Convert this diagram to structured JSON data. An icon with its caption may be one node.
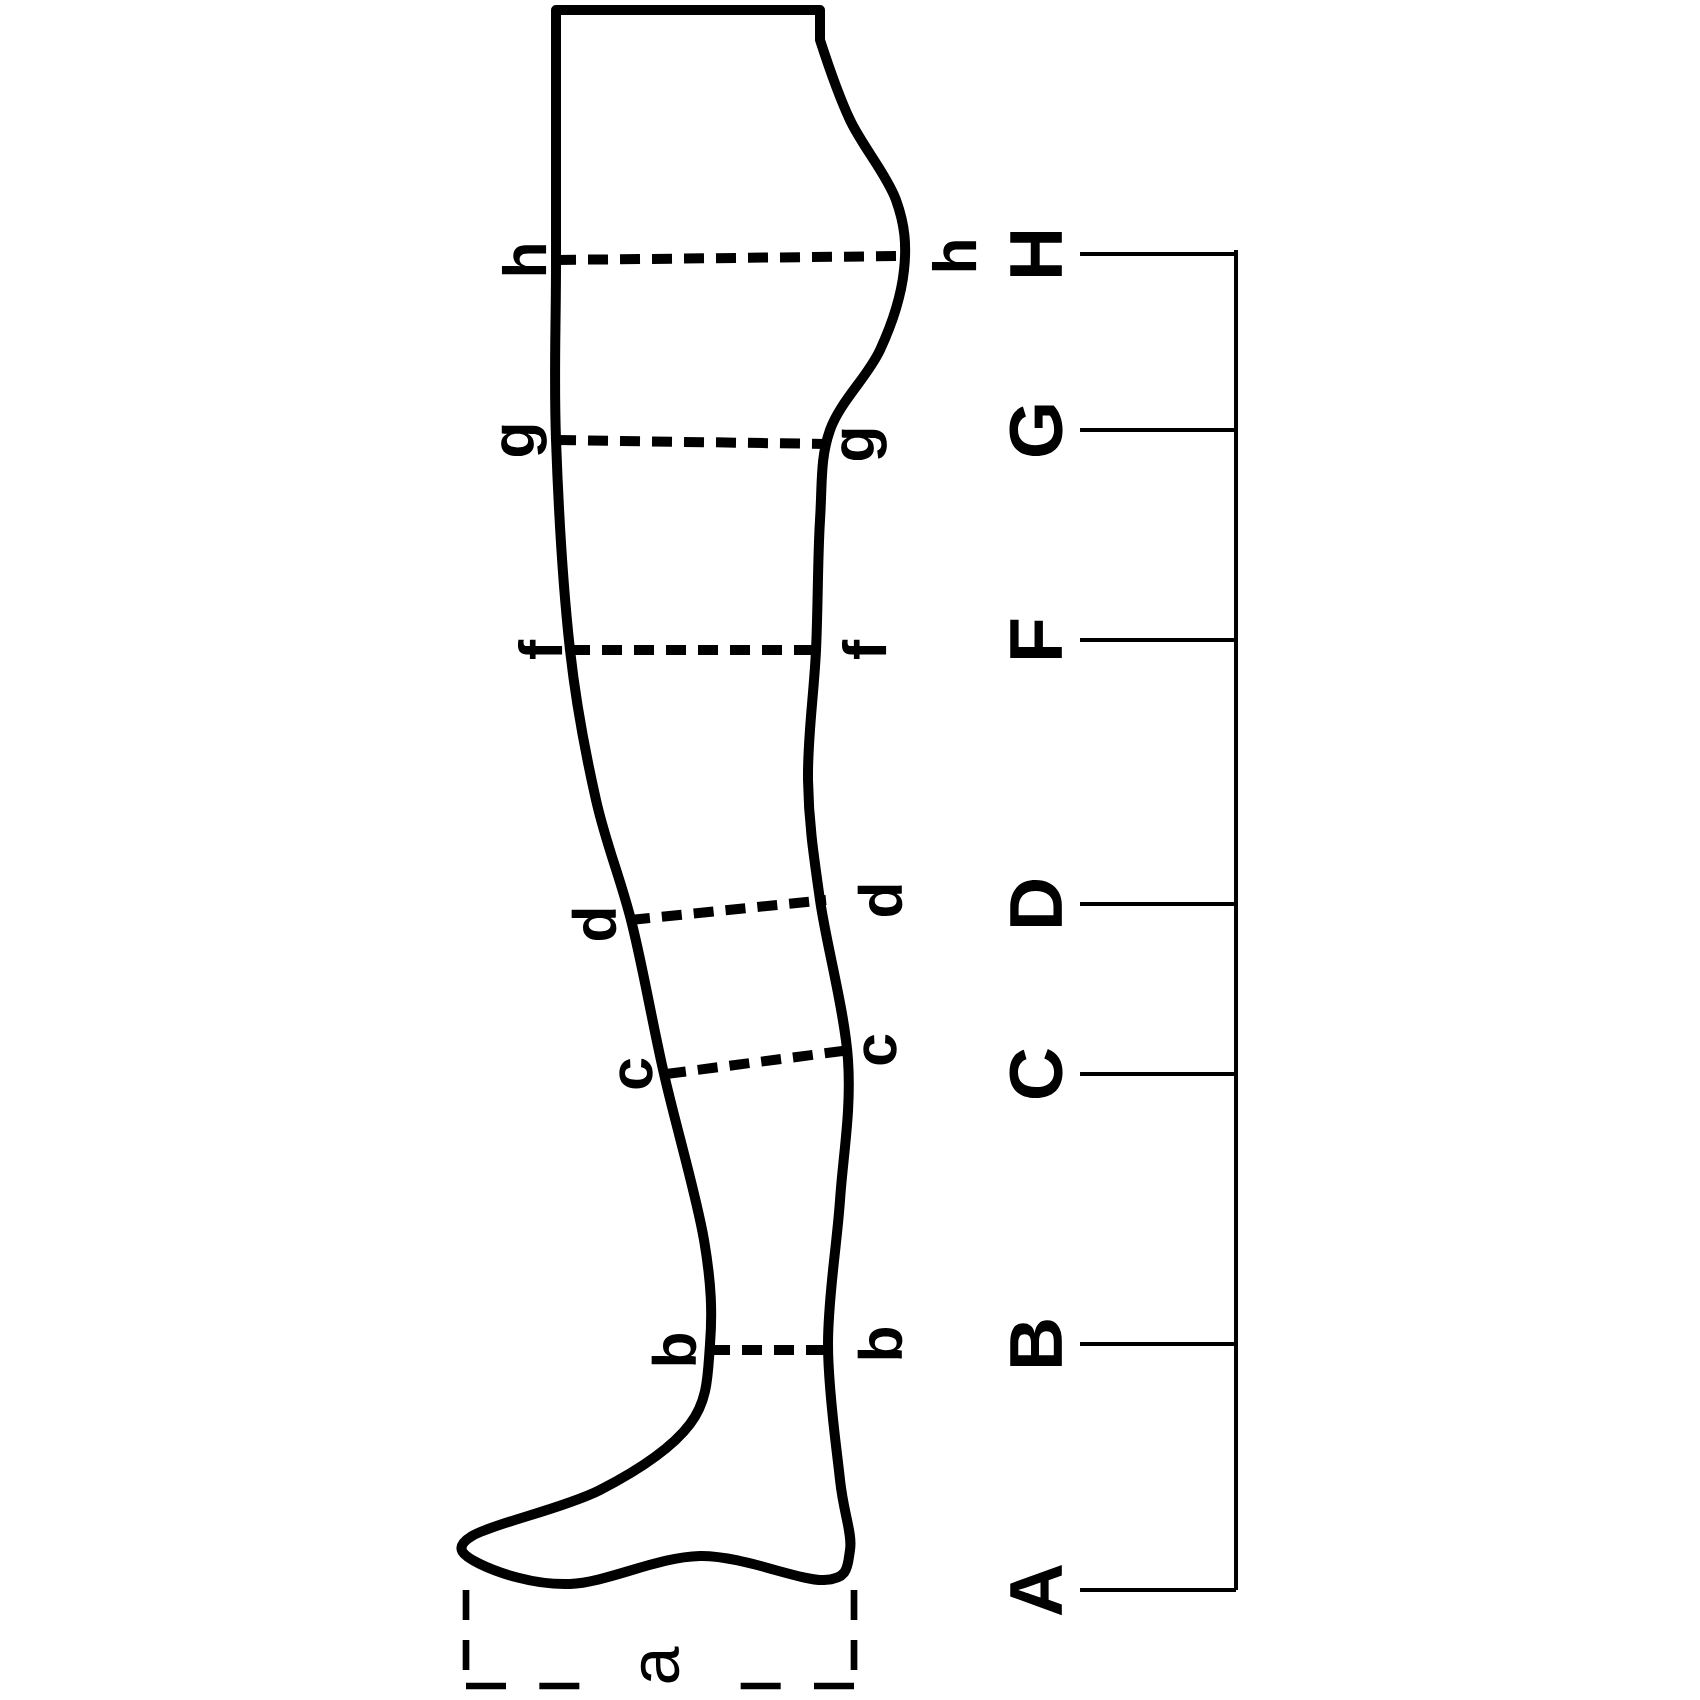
{
  "diagram": {
    "labels": [
      "h",
      "h",
      "H",
      "g",
      "g",
      "G",
      "f",
      "f",
      "F",
      "d",
      "d",
      "D",
      "c",
      "c",
      "C",
      "b",
      "b",
      "B",
      "A",
      "a"
    ]
  }
}
